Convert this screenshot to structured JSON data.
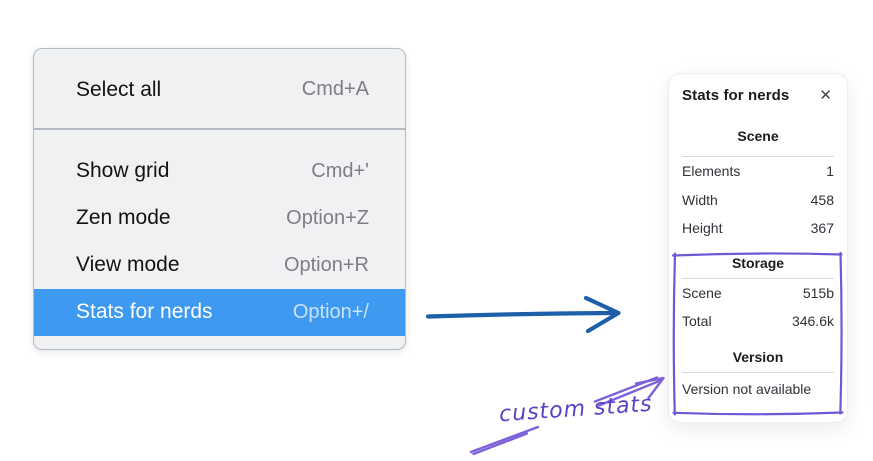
{
  "menu": {
    "top_section": [
      {
        "label": "Select all",
        "shortcut": "Cmd+A"
      }
    ],
    "items": [
      {
        "label": "Show grid",
        "shortcut": "Cmd+'"
      },
      {
        "label": "Zen mode",
        "shortcut": "Option+Z"
      },
      {
        "label": "View mode",
        "shortcut": "Option+R"
      },
      {
        "label": "Stats for nerds",
        "shortcut": "Option+/",
        "highlighted": true
      }
    ],
    "highlight_color": "#3d9af0"
  },
  "panel": {
    "title": "Stats for nerds",
    "close_icon": "✕",
    "sections": {
      "scene": {
        "title": "Scene",
        "rows": [
          {
            "label": "Elements",
            "value": "1"
          },
          {
            "label": "Width",
            "value": "458"
          },
          {
            "label": "Height",
            "value": "367"
          }
        ]
      },
      "storage": {
        "title": "Storage",
        "rows": [
          {
            "label": "Scene",
            "value": "515b"
          },
          {
            "label": "Total",
            "value": "346.6k"
          }
        ]
      },
      "version": {
        "title": "Version",
        "message": "Version not available"
      }
    }
  },
  "annotation": {
    "label": "custom stats",
    "color": "#7257d5",
    "text_color": "#5b3fc4"
  },
  "flow_arrow_color": "#1d5fa8"
}
